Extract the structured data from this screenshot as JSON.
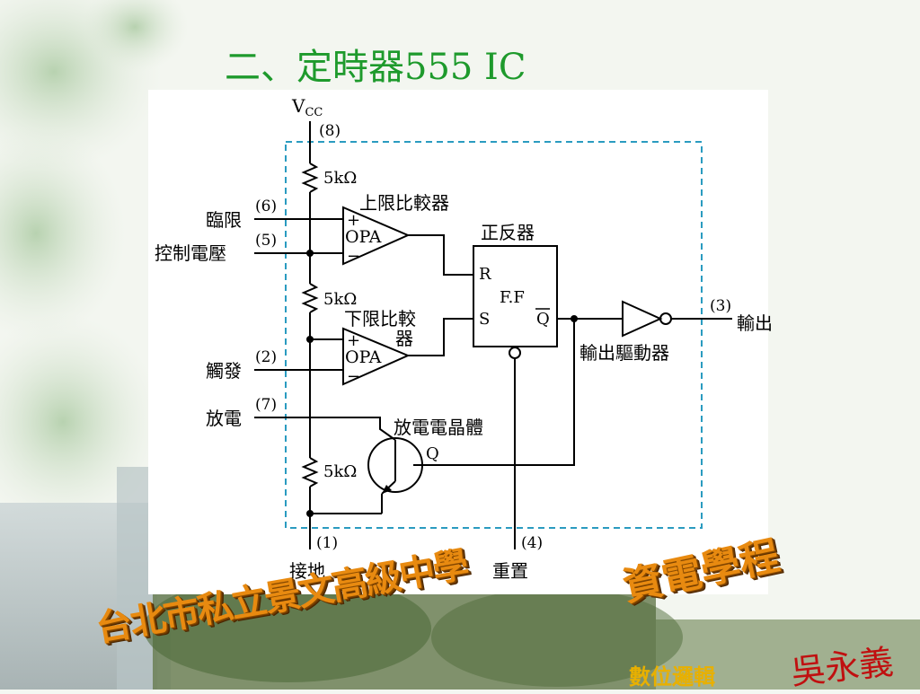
{
  "slide": {
    "title": "二、定時器555  IC",
    "school": "台北市私立景文高級中學",
    "department": "資電學程",
    "course": "數位邏輯",
    "author": "吳永義"
  },
  "diagram": {
    "vcc": "V",
    "vcc_sub": "CC",
    "pins": {
      "p8": "(8)",
      "p6": "(6)",
      "p5": "(5)",
      "p2": "(2)",
      "p7": "(7)",
      "p1": "(1)",
      "p4": "(4)",
      "p3": "(3)"
    },
    "signals": {
      "threshold": "臨限",
      "control_voltage": "控制電壓",
      "trigger": "觸發",
      "discharge": "放電",
      "ground": "接地",
      "reset": "重置",
      "output": "輸出"
    },
    "resistor": "5kΩ",
    "upper_comparator": "上限比較器",
    "lower_comparator_1": "下限比較",
    "lower_comparator_2": "器",
    "opa": "OPA",
    "plus": "+",
    "minus": "−",
    "flipflop": "正反器",
    "ff_r": "R",
    "ff_s": "S",
    "ff_label": "F.F",
    "ff_q": "Q",
    "output_driver": "輸出驅動器",
    "transistor": "放電電晶體",
    "transistor_q": "Q"
  },
  "colors": {
    "title": "#1e9a2c",
    "dashed_box": "#2a9bc0",
    "banner": "#e88a10",
    "author": "#c01010"
  }
}
